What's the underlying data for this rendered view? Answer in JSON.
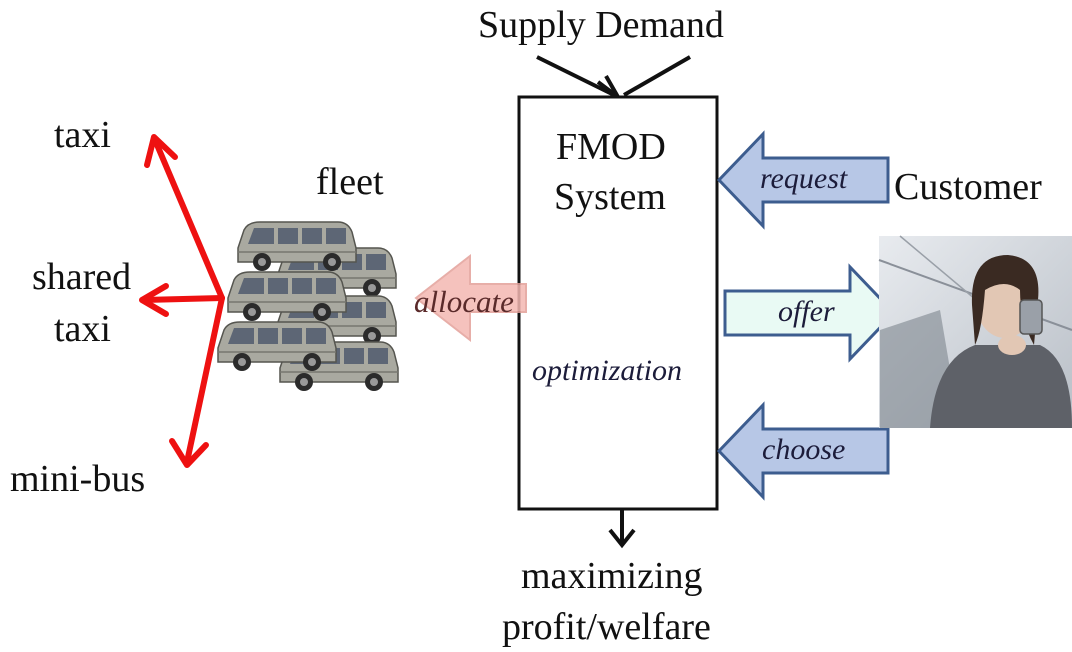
{
  "inputs": {
    "label": "Supply Demand"
  },
  "system": {
    "title_line1": "FMOD",
    "title_line2": "System",
    "process_label": "optimization"
  },
  "output": {
    "line1": "maximizing",
    "line2": "profit/welfare"
  },
  "fleet": {
    "label": "fleet"
  },
  "allocate_arrow": {
    "label": "allocate",
    "color": "#f4b8b2"
  },
  "customer": {
    "label": "Customer"
  },
  "customer_arrows": [
    {
      "label": "request",
      "color": "#b7c7e6"
    },
    {
      "label": "offer",
      "color": "#e9faf4"
    },
    {
      "label": "choose",
      "color": "#b7c7e6"
    }
  ],
  "vehicle_modes": [
    {
      "label": "taxi"
    },
    {
      "label": "shared",
      "label2": "taxi"
    },
    {
      "label": "mini-bus"
    }
  ],
  "colors": {
    "mode_arrows": "#ee1111",
    "car_body": "#a9a9a0",
    "arrow_outline": "#3d5d8f"
  }
}
